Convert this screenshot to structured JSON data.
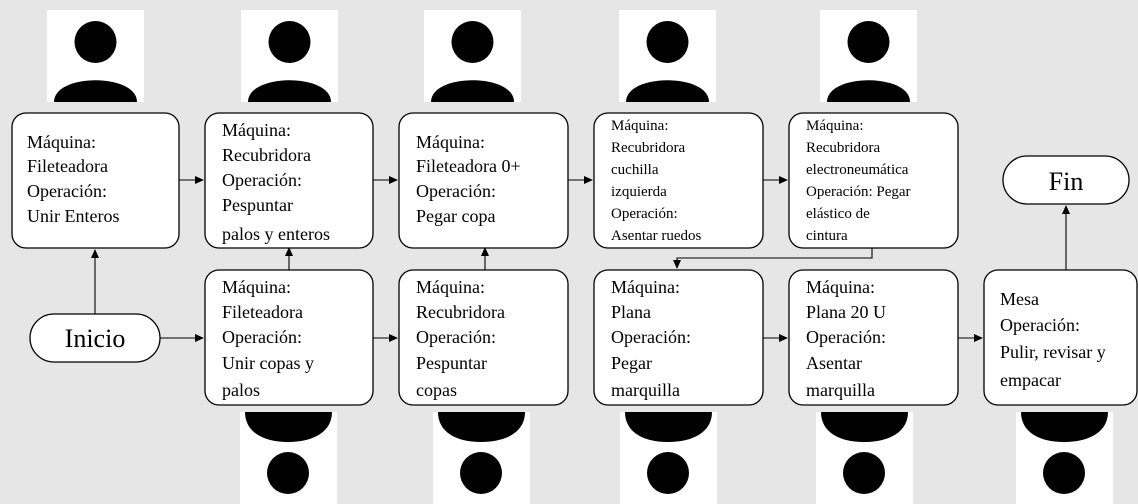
{
  "diagram": {
    "start": "Inicio",
    "end": "Fin",
    "top_row": [
      {
        "lines": [
          "Máquina:",
          "Fileteadora",
          "Operación:",
          "Unir Enteros"
        ]
      },
      {
        "lines": [
          "Máquina:",
          "Recubridora",
          "Operación:",
          "Pespuntar",
          "palos y enteros"
        ]
      },
      {
        "lines": [
          "Máquina:",
          "Fileteadora 0+",
          "Operación:",
          "Pegar copa"
        ]
      },
      {
        "lines": [
          "Máquina:",
          "Recubridora",
          "cuchilla",
          "izquierda",
          "Operación:",
          "Asentar ruedos"
        ]
      },
      {
        "lines": [
          "Máquina:",
          "Recubridora",
          "electroneumática",
          "Operación: Pegar",
          "elástico de",
          "cintura"
        ]
      }
    ],
    "bottom_row": [
      {
        "lines": [
          "Máquina:",
          "Fileteadora",
          "Operación:",
          "Unir copas y",
          "palos"
        ]
      },
      {
        "lines": [
          "Máquina:",
          "Recubridora",
          "Operación:",
          "Pespuntar",
          "copas"
        ]
      },
      {
        "lines": [
          "Máquina:",
          "Plana",
          "Operación:",
          "Pegar",
          "marquilla"
        ]
      },
      {
        "lines": [
          "Máquina:",
          "Plana 20 U",
          "Operación:",
          "Asentar",
          "marquilla"
        ]
      },
      {
        "lines": [
          "Mesa",
          "Operación:",
          "Pulir, revisar y",
          "empacar"
        ]
      }
    ],
    "operator_icon": "person-icon"
  }
}
